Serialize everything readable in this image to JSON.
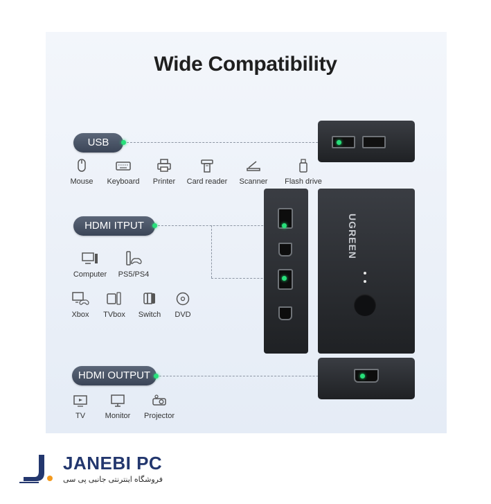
{
  "title": "Wide Compatibility",
  "groups": {
    "usb": {
      "label": "USB",
      "items": [
        "Mouse",
        "Keyboard",
        "Printer",
        "Card reader",
        "Scanner",
        "Flash drive"
      ]
    },
    "hdmi_input": {
      "label": "HDMI ITPUT",
      "items_row1": [
        "Computer",
        "PS5/PS4"
      ],
      "items_row2": [
        "Xbox",
        "TVbox",
        "Switch",
        "DVD"
      ]
    },
    "hdmi_output": {
      "label": "HDMI OUTPUT",
      "items": [
        "TV",
        "Monitor",
        "Projector"
      ]
    }
  },
  "device": {
    "brand": "UGREEN"
  },
  "footer": {
    "logo": "J.",
    "name": "JANEBI PC",
    "subtitle": "فروشگاه اینترنتی جانبی پی سی"
  },
  "colors": {
    "accent_dot": "#27e07a",
    "pill": "#4a5467",
    "brand": "#23376e"
  }
}
